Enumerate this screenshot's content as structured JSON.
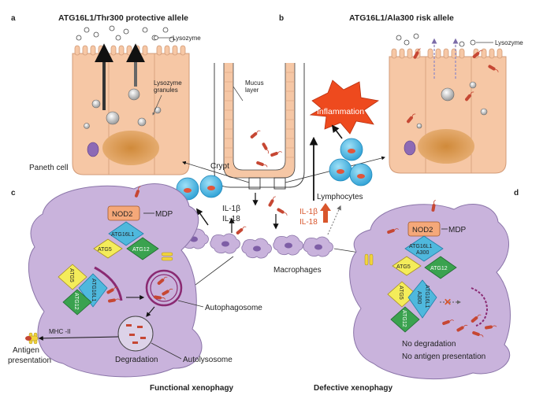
{
  "panels": {
    "a": {
      "letter": "a",
      "title": "ATG16L1/Thr300 protective allele",
      "lysozyme": "Lysozyme",
      "granules_line1": "Lysozyme",
      "granules_line2": "granules",
      "paneth": "Paneth cell"
    },
    "b": {
      "letter": "b",
      "title": "ATG16L1/Ala300 risk allele",
      "lysozyme": "Lysozyme"
    },
    "center": {
      "mucus_line1": "Mucus",
      "mucus_line2": "layer",
      "crypt": "Crypt",
      "inflammation": "Inflammation",
      "lymphocytes": "Lymphocytes",
      "il1b_left": "IL-1β",
      "il18_left": "IL-18",
      "il1b_right": "IL-1β",
      "il18_right": "IL-18",
      "macrophages": "Macrophages"
    },
    "c": {
      "letter": "c",
      "nod2": "NOD2",
      "mdp": "MDP",
      "atg16l1": "ATG16L1",
      "atg5": "ATG5",
      "atg12": "ATG12",
      "atg5b": "ATG5",
      "atg16l1b": "ATG16L1",
      "atg12b": "ATG12",
      "autophagosome": "Autophagosome",
      "degradation": "Degradation",
      "autolysosome": "Autolysosome",
      "mhc": "MHC -II",
      "antigen_line1": "Antigen",
      "antigen_line2": "presentation",
      "caption": "Functional xenophagy"
    },
    "d": {
      "letter": "d",
      "nod2": "NOD2",
      "mdp": "MDP",
      "atg16l1_line1": "ATG16L1",
      "atg16l1_line2": "A300",
      "atg5": "ATG5",
      "atg12": "ATG12",
      "atg5b": "ATG5",
      "atg16l1b_line1": "ATG16L1",
      "atg16l1b_line2": "A300",
      "atg12b": "ATG12",
      "no_degradation": "No degradation",
      "no_antigen": "No antigen presentation",
      "caption": "Defective xenophagy"
    }
  },
  "colors": {
    "paneth_fill": "#f6c7a5",
    "nucleus": "#d99b4c",
    "cell_purple": "#c9b3dc",
    "nod2_fill": "#f5a879",
    "atg16l1_fill": "#4fb8dd",
    "atg5_fill": "#f4ec5a",
    "atg12_fill": "#3aa24f",
    "bacteria": "#c64733",
    "lymphocyte": "#3ab0e0",
    "inflammation": "#ee4a1e",
    "il_red": "#d9562c"
  }
}
